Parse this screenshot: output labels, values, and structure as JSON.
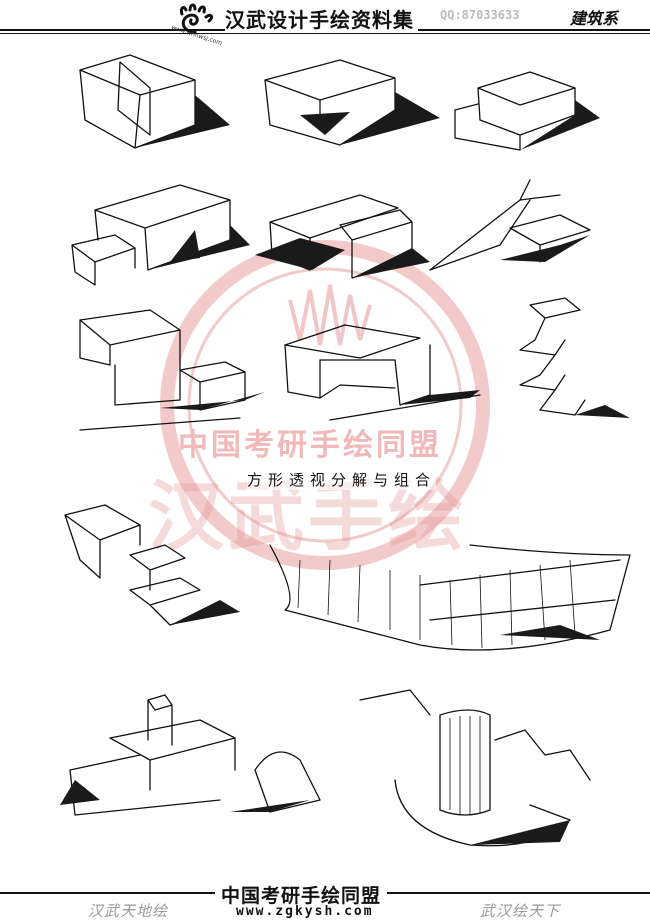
{
  "header": {
    "brand": "汉武设计手绘资料集",
    "site": "www.whhwsj.com",
    "qq": "QQ:87033633",
    "department": "建筑系",
    "logo_icon": "spiral-hand-logo-icon"
  },
  "main": {
    "caption": "方形透视分解与组合",
    "watermark_org": "中国考研手绘同盟",
    "watermark_brand": "汉武手绘"
  },
  "footer": {
    "title": "中国考研手绘同盟",
    "url": "www.zgkysh.com",
    "slogan_left": "汉武天地绘",
    "slogan_right": "武汉绘天下"
  },
  "colors": {
    "ink": "#111111",
    "watermark": "#e8a8a8",
    "footer_slogan": "#999999"
  }
}
